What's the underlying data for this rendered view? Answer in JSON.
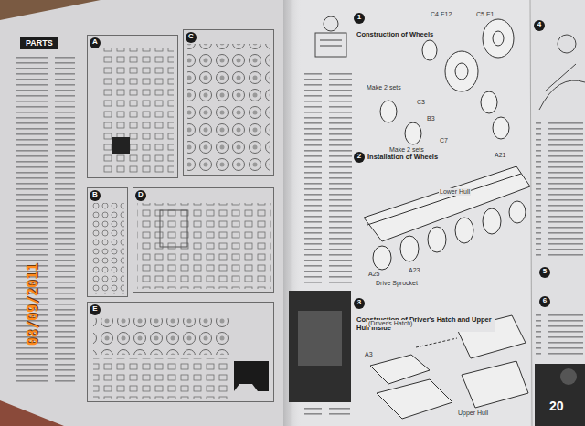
{
  "diagram": {
    "title": "PARTS",
    "nodes": [
      {
        "text": [
          "A"
        ]
      },
      {
        "text": [
          "C"
        ]
      },
      {
        "text": [
          "B"
        ]
      },
      {
        "text": [
          "D"
        ]
      },
      {
        "text": [
          "E"
        ]
      },
      {
        "text": [
          "1",
          "Construction of Wheels"
        ]
      },
      {
        "text": [
          "2",
          "Installation of Wheels"
        ]
      },
      {
        "text": [
          "3",
          "Construction of Driver's Hatch and Upper Hull Inside"
        ]
      },
      {
        "text": [
          "4"
        ]
      },
      {
        "text": [
          "5"
        ]
      },
      {
        "text": [
          "6"
        ]
      }
    ],
    "labels": [
      "08/09/2011",
      "C4 E12",
      "C5 E1",
      "Make 2 sets",
      "C3",
      "C7",
      "B3",
      "Make 2 sets",
      "A21",
      "Lower Hull",
      "A25",
      "A23",
      "Drive Sprocket",
      "(Driver's Hatch)",
      "A3",
      "Upper Hull",
      "20"
    ]
  }
}
